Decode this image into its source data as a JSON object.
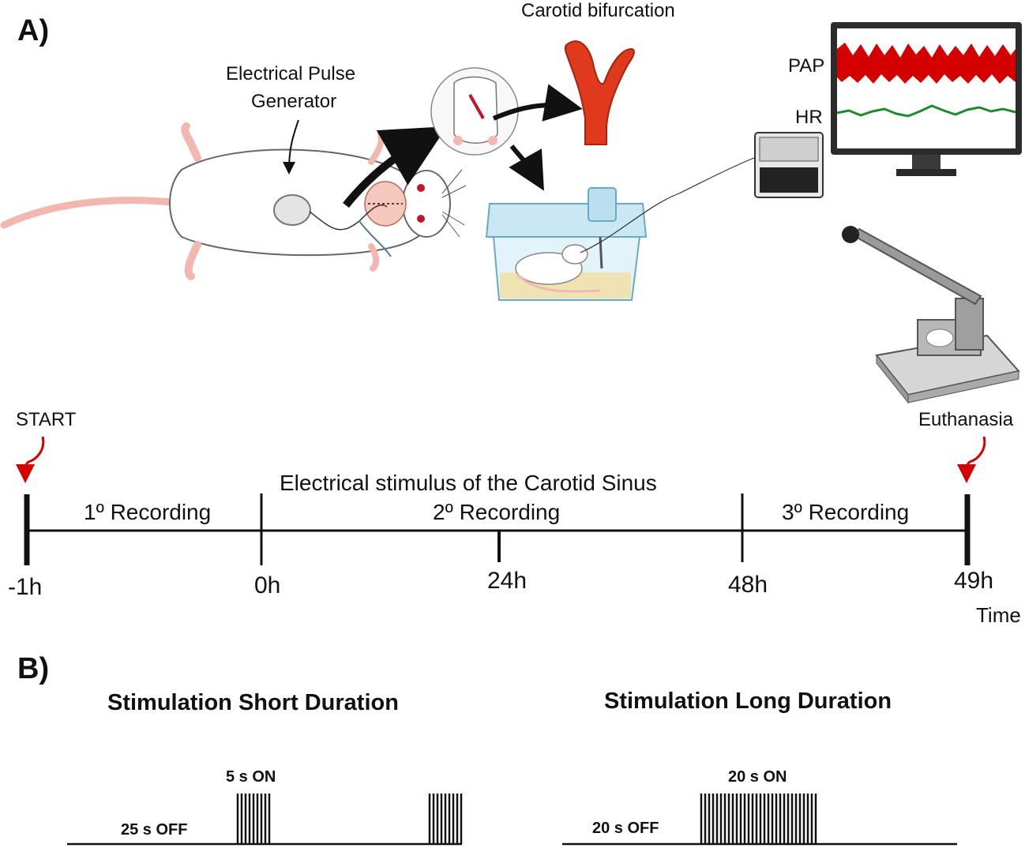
{
  "panel_a": {
    "label": "A)",
    "generator_label_line1": "Electrical Pulse",
    "generator_label_line2": "Generator",
    "carotid_label": "Carotid bifurcation",
    "monitor": {
      "pap_label": "PAP",
      "hr_label": "HR"
    }
  },
  "timeline": {
    "start_label": "START",
    "end_label": "Euthanasia",
    "stimulus_label": "Electrical stimulus of the Carotid Sinus",
    "recordings": [
      "1º Recording",
      "2º Recording",
      "3º Recording"
    ],
    "ticks": [
      "-1h",
      "0h",
      "24h",
      "48h",
      "49h"
    ],
    "axis_label": "Time"
  },
  "panel_b": {
    "label": "B)",
    "short": {
      "title": "Stimulation Short Duration",
      "off_label": "25 s OFF",
      "on_label": "5 s ON"
    },
    "long": {
      "title": "Stimulation Long Duration",
      "off_label": "20 s OFF",
      "on_label": "20 s ON"
    }
  },
  "colors": {
    "red": "#d40000",
    "green": "#1e8a2e",
    "artery": "#e03a1e",
    "tail": "#f2b8b0"
  }
}
